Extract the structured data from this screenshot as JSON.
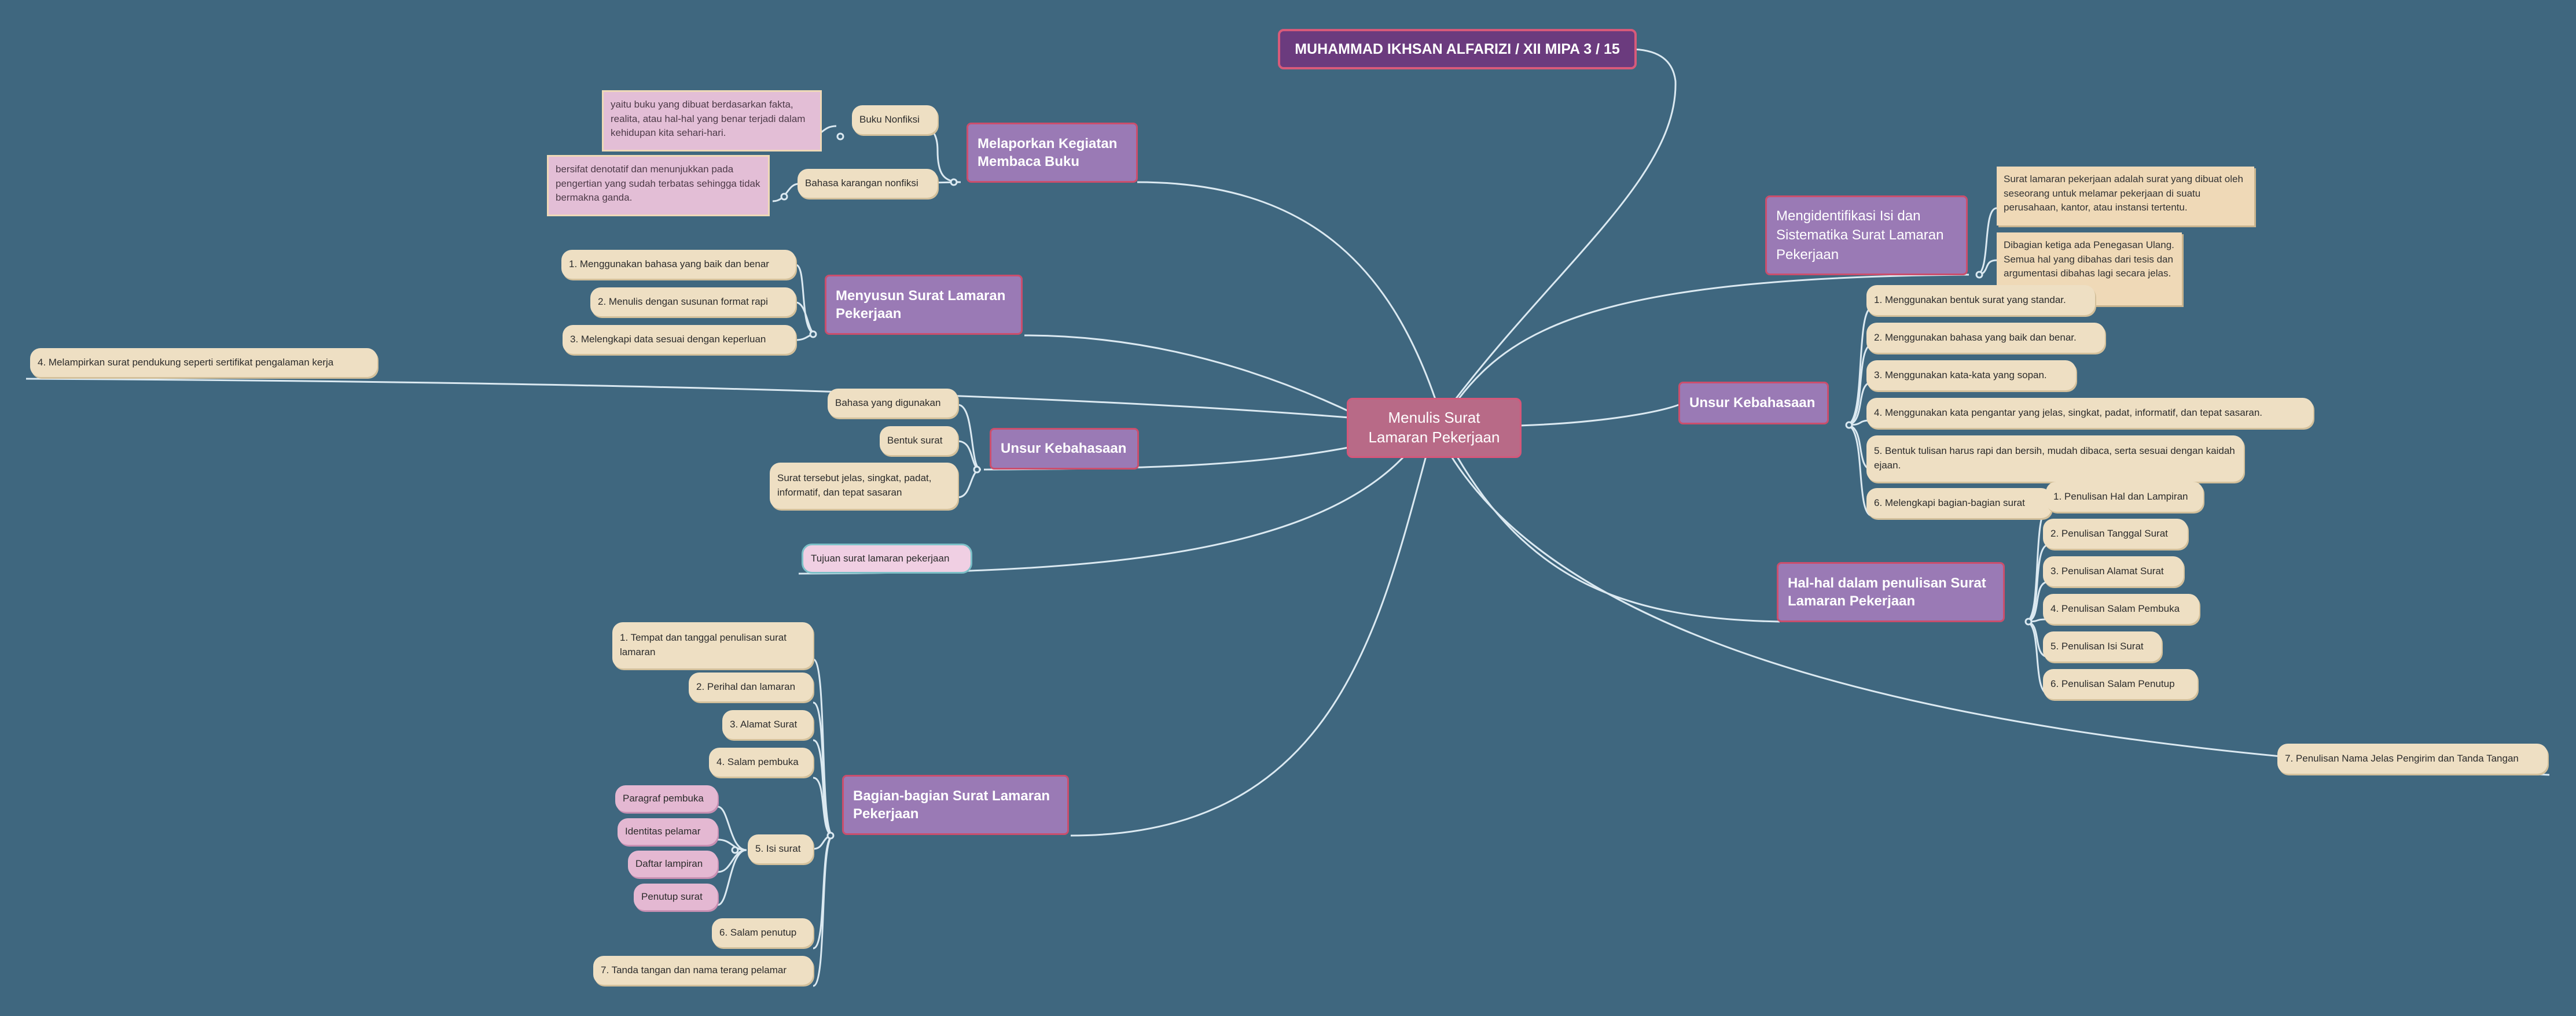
{
  "title": "MUHAMMAD IKHSAN ALFARIZI / XII MIPA 3 / 15",
  "central": "Menulis Surat Lamaran Pekerjaan",
  "left": {
    "melaporkan": {
      "label": "Melaporkan Kegiatan Membaca Buku",
      "buku_nonfiksi": "Buku Nonfiksi",
      "buku_nonfiksi_note": "yaitu buku yang dibuat berdasarkan fakta, realita, atau hal-hal yang benar terjadi dalam kehidupan kita sehari-hari.",
      "bahasa_karangan": "Bahasa karangan nonfiksi",
      "bahasa_karangan_note": "bersifat denotatif dan menunjukkan pada pengertian yang sudah terbatas sehingga tidak bermakna ganda."
    },
    "menyusun": {
      "label": "Menyusun Surat Lamaran Pekerjaan",
      "items": [
        "1. Menggunakan bahasa yang baik dan benar",
        "2. Menulis dengan susunan format rapi",
        "3. Melengkapi data sesuai dengan keperluan"
      ]
    },
    "melampirkan": "4. Melampirkan surat pendukung seperti sertifikat pengalaman kerja",
    "unsur": {
      "label": "Unsur Kebahasaan",
      "items": [
        "Bahasa yang digunakan",
        "Bentuk surat",
        "Surat tersebut jelas, singkat, padat, informatif, dan tepat sasaran"
      ]
    },
    "tujuan": "Tujuan surat lamaran pekerjaan",
    "bagian": {
      "label": "Bagian-bagian Surat Lamaran Pekerjaan",
      "items": [
        "1. Tempat dan tanggal penulisan surat lamaran",
        "2. Perihal dan lamaran",
        "3. Alamat Surat",
        "4. Salam pembuka",
        "5. Isi surat",
        "6. Salam penutup",
        "7. Tanda tangan dan nama terang pelamar"
      ],
      "isi": [
        "Paragraf pembuka",
        "Identitas pelamar",
        "Daftar lampiran",
        "Penutup surat"
      ]
    }
  },
  "right": {
    "mengidentifikasi": {
      "label": "Mengidentifikasi Isi dan Sistematika Surat Lamaran Pekerjaan",
      "note1": "Surat lamaran pekerjaan adalah surat yang dibuat oleh seseorang untuk melamar pekerjaan di suatu perusahaan, kantor, atau instansi tertentu.",
      "note2": "Dibagian ketiga ada Penegasan Ulang. Semua hal yang dibahas dari tesis dan argumentasi dibahas lagi secara jelas."
    },
    "unsur": {
      "label": "Unsur Kebahasaan",
      "items": [
        "1. Menggunakan bentuk surat yang standar.",
        "2. Menggunakan bahasa yang baik dan benar.",
        "3.  Menggunakan kata-kata yang sopan.",
        "4. Menggunakan kata pengantar yang jelas, singkat, padat, informatif, dan tepat sasaran.",
        "5. Bentuk tulisan harus rapi dan bersih, mudah dibaca, serta sesuai dengan kaidah ejaan.",
        "6. Melengkapi bagian-bagian surat"
      ]
    },
    "halhal": {
      "label": "Hal-hal dalam penulisan Surat Lamaran Pekerjaan",
      "items": [
        "1. Penulisan Hal dan Lampiran",
        "2. Penulisan Tanggal Surat",
        "3. Penulisan Alamat Surat",
        "4. Penulisan Salam Pembuka",
        "5. Penulisan Isi Surat",
        "6. Penulisan Salam Penutup"
      ]
    },
    "penulisan_nama": "7. Penulisan Nama Jelas Pengirim dan Tanda Tangan"
  }
}
